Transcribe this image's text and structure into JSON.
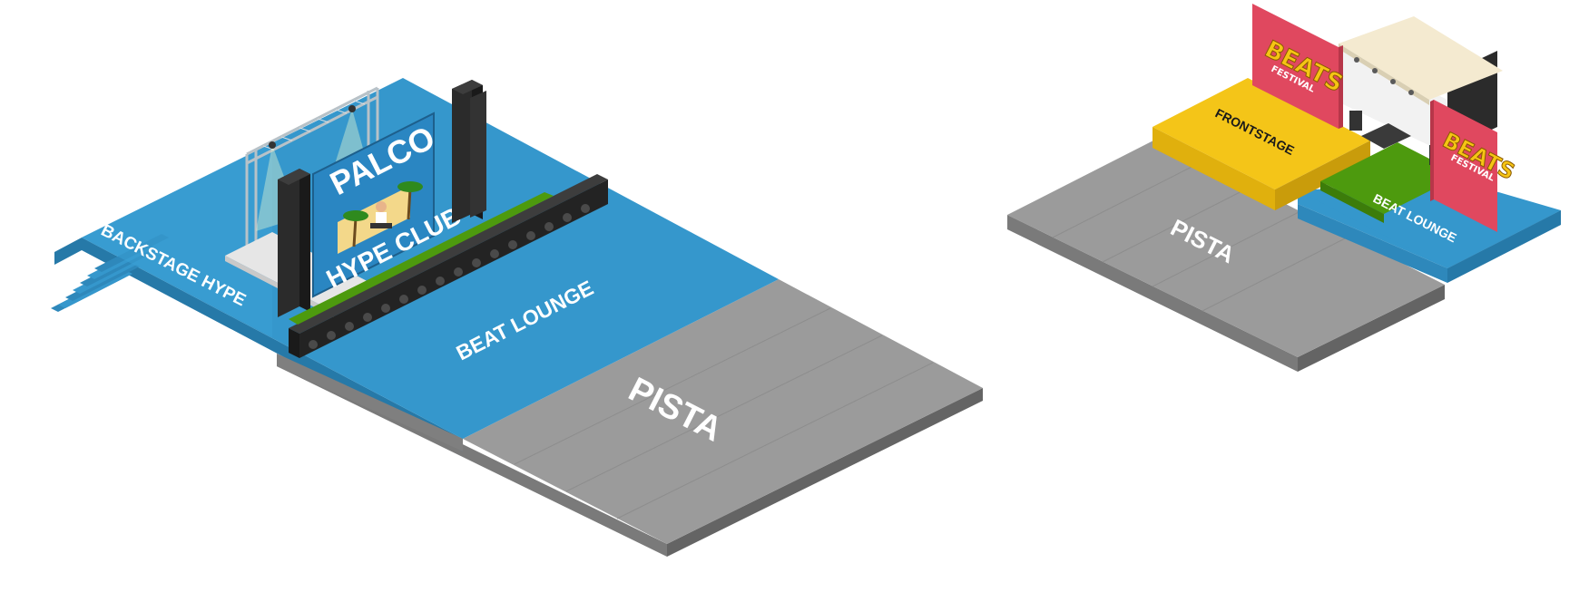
{
  "left_layout": {
    "zones": {
      "backstage": "BACKSTAGE HYPE",
      "lounge": "BEAT LOUNGE",
      "floor": "PISTA"
    },
    "screen": {
      "title": "PALCO",
      "subtitle": "HYPE CLUB"
    }
  },
  "right_layout": {
    "zones": {
      "frontstage": "FRONTSTAGE",
      "lounge": "BEAT LOUNGE",
      "floor": "PISTA"
    },
    "banner_left": {
      "brand": "BEATS",
      "sub": "FESTIVAL"
    },
    "banner_right": {
      "brand": "BEATS",
      "sub": "FESTIVAL"
    }
  },
  "colors": {
    "blue_top": "#3597cc",
    "blue_side": "#2679a8",
    "gray_top": "#9b9b9b",
    "gray_side": "#6f6f6f",
    "yellow_top": "#f4c518",
    "green": "#4d9a0e",
    "red_banner": "#e0485f",
    "logo_yellow": "#f5c414",
    "roof": "#f4ead0"
  }
}
